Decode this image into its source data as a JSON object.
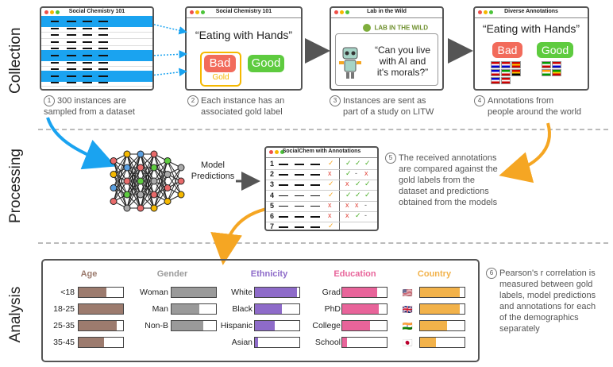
{
  "sections": {
    "collection": "Collection",
    "processing": "Processing",
    "analysis": "Analysis"
  },
  "windows": {
    "w1_title": "Social Chemistry 101",
    "w2_title": "Social Chemistry 101",
    "w3_title": "Lab in the Wild",
    "w4_title": "Diverse Annotations",
    "w5_title": "SocialChem with Annotations"
  },
  "w2": {
    "quote": "“Eating with Hands”",
    "bad": "Bad",
    "good": "Good",
    "gold": "Gold"
  },
  "w3": {
    "logo_text": "LAB IN THE WILD",
    "speech": [
      "“Can you live",
      "with AI and",
      "it's morals?”"
    ]
  },
  "w4": {
    "quote": "“Eating with Hands”",
    "bad": "Bad",
    "good": "Good"
  },
  "steps": [
    {
      "num": "1",
      "lines": [
        "300 instances are",
        "sampled from a dataset"
      ]
    },
    {
      "num": "2",
      "lines": [
        "Each instance has an",
        "associated gold label"
      ]
    },
    {
      "num": "3",
      "lines": [
        "Instances are sent as",
        "part of a study on LITW"
      ]
    },
    {
      "num": "4",
      "lines": [
        "Annotations from",
        "people around the world"
      ]
    },
    {
      "num": "5",
      "lines": [
        "The received annotations",
        "are compared against the",
        "gold labels from the",
        "dataset and predictions",
        "obtained from the models"
      ]
    },
    {
      "num": "6",
      "lines": [
        "Pearson's r correlation is",
        "measured between gold",
        "labels, model predictions",
        "and annotations for each",
        "of the demographics",
        "separately"
      ]
    }
  ],
  "model_predictions": [
    "Model",
    "Predictions"
  ],
  "table_rows": [
    {
      "n": "1",
      "label": "✓",
      "marks": [
        "✓",
        "✓",
        "✓"
      ]
    },
    {
      "n": "2",
      "label": "x",
      "marks": [
        "✓",
        "-",
        "x"
      ]
    },
    {
      "n": "3",
      "label": "✓",
      "marks": [
        "x",
        "✓",
        "✓"
      ]
    },
    {
      "n": "4",
      "label": "✓",
      "marks": [
        "✓",
        "✓",
        "✓"
      ]
    },
    {
      "n": "5",
      "label": "x",
      "marks": [
        "x",
        "x",
        "-"
      ]
    },
    {
      "n": "6",
      "label": "x",
      "marks": [
        "x",
        "✓",
        "-"
      ]
    },
    {
      "n": "7",
      "label": "✓",
      "marks": [
        "",
        "",
        ""
      ]
    }
  ],
  "demographics": [
    {
      "title": "Age",
      "color": "#9c7b6e",
      "labels": [
        "<18",
        "18-25",
        "25-35",
        "35-45"
      ],
      "values": [
        0.63,
        1.0,
        0.85,
        0.58
      ]
    },
    {
      "title": "Gender",
      "color": "#9a9a9a",
      "labels": [
        "Woman",
        "Man",
        "Non-B"
      ],
      "values": [
        1.0,
        0.62,
        0.72
      ]
    },
    {
      "title": "Ethnicity",
      "color": "#8e6bc9",
      "labels": [
        "White",
        "Black",
        "Hispanic",
        "Asian"
      ],
      "values": [
        0.95,
        0.6,
        0.45,
        0.08
      ]
    },
    {
      "title": "Education",
      "color": "#e8649a",
      "labels": [
        "Grad",
        "PhD",
        "College",
        "School"
      ],
      "values": [
        0.78,
        0.82,
        0.62,
        0.1
      ]
    },
    {
      "title": "Country",
      "color": "#f2b24a",
      "labels": [
        "🇺🇸",
        "🇬🇧",
        "🇮🇳",
        "🇯🇵"
      ],
      "values": [
        0.9,
        0.9,
        0.6,
        0.35
      ]
    }
  ],
  "colors": {
    "blue": "#1aa3f0",
    "orange": "#f5a623",
    "bad": "#f26b5b",
    "good": "#5ecb3f",
    "gold": "#f5b800"
  }
}
